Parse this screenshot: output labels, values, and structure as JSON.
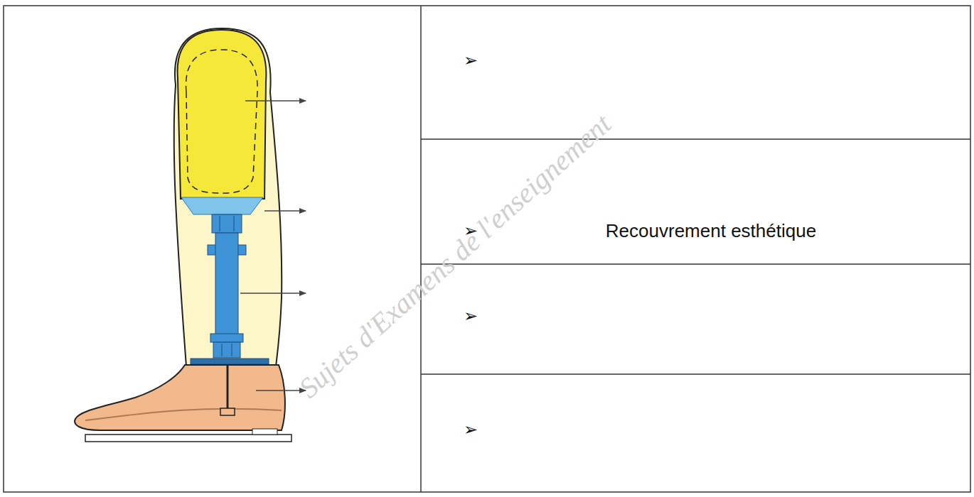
{
  "diagram": {
    "labels": [
      "➢",
      "➢",
      "Recouvrement esthétique",
      "➢",
      "➢",
      "Sujets d'Examens de l'enseignement"
    ]
  }
}
